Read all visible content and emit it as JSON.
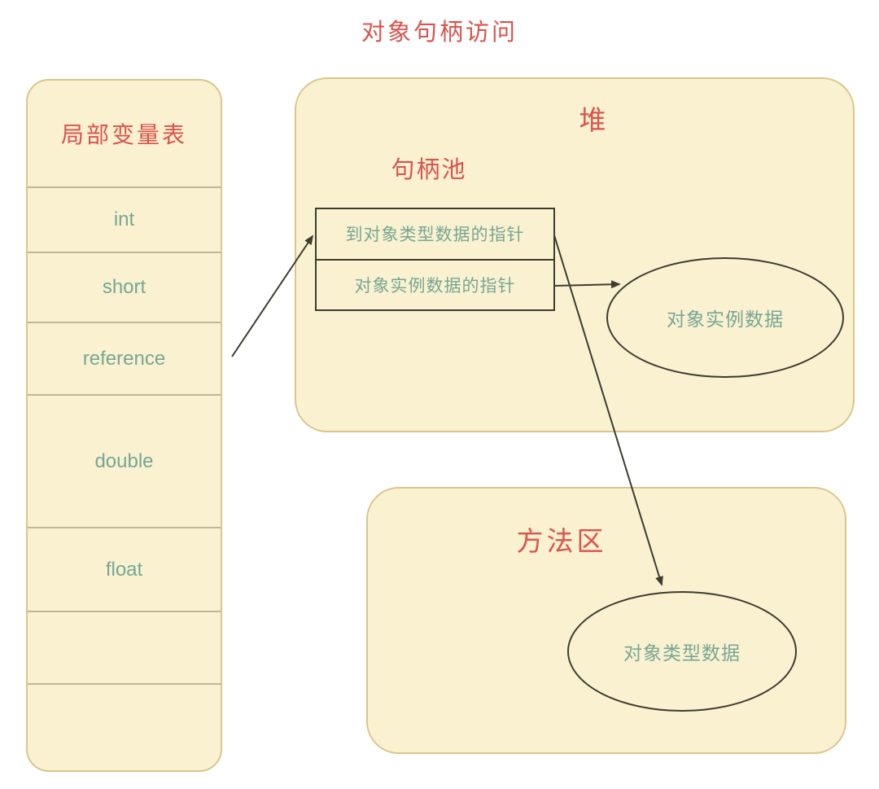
{
  "title": "对象句柄访问",
  "stack": {
    "header": "局部变量表",
    "rows": [
      {
        "label": "int"
      },
      {
        "label": "short"
      },
      {
        "label": "reference"
      },
      {
        "label": "double"
      },
      {
        "label": "float"
      },
      {
        "label": ""
      },
      {
        "label": ""
      }
    ]
  },
  "heap": {
    "title": "堆",
    "handle_pool_label": "句柄池",
    "handle_rows": [
      {
        "label": "到对象类型数据的指针"
      },
      {
        "label": "对象实例数据的指针"
      }
    ],
    "instance_data_label": "对象实例数据"
  },
  "method_area": {
    "title": "方法区",
    "type_data_label": "对象类型数据"
  },
  "colors": {
    "accent_red": "#d9544d",
    "accent_teal": "#76a795",
    "panel_fill": "#faf1d0",
    "panel_border": "#d8c68c",
    "line_dark": "#3c3c30",
    "background": "#ffffff"
  }
}
